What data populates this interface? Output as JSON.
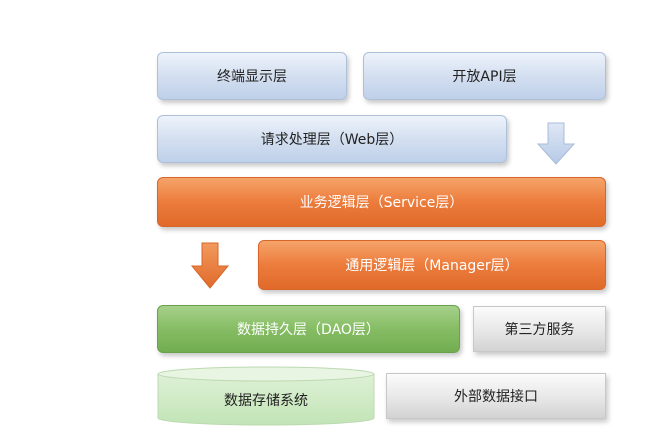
{
  "layers": {
    "terminal": "终端显示层",
    "open_api": "开放API层",
    "web": "请求处理层（Web层）",
    "service": "业务逻辑层（Service层）",
    "manager": "通用逻辑层（Manager层）",
    "dao": "数据持久层（DAO层）",
    "third_party": "第三方服务",
    "storage": "数据存储系统",
    "external": "外部数据接口"
  },
  "colors": {
    "blue_layer": "#d6e1f1",
    "orange_layer": "#ec7c3c",
    "green_layer": "#86bd64",
    "gray_box": "#e7e7e7",
    "storage_fill": "#c9e7bf",
    "arrow_blue": "#c6d5ec",
    "arrow_orange": "#ec7c3c"
  },
  "icons": [
    "arrow-down-icon",
    "arrow-down-icon"
  ]
}
